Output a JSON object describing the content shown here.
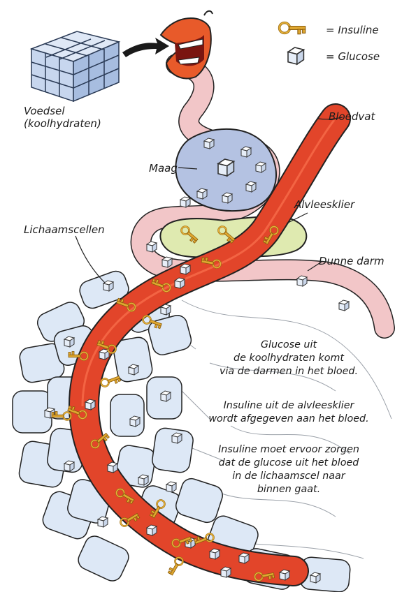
{
  "legend": {
    "insuline_label": "= Insuline",
    "glucose_label": "= Glucose"
  },
  "labels": {
    "voedsel_line1": "Voedsel",
    "voedsel_line2": "(koolhydraten)",
    "bloedvat": "Bloedvat",
    "maag": "Maag",
    "alvleesklier": "Alvleesklier",
    "lichaamscellen": "Lichaamscellen",
    "dunne_darm": "Dunne darm"
  },
  "explanation": {
    "p1": [
      "Glucose uit",
      "de koolhydraten komt",
      "via de darmen in het bloed."
    ],
    "p2": [
      "Insuline uit de alvleesklier",
      "wordt afgegeven aan het bloed."
    ],
    "p3": [
      "Insuline moet ervoor zorgen",
      "dat de glucose uit het bloed",
      "in de lichaamscel naar",
      "binnen gaat."
    ]
  },
  "colors": {
    "blood": "#e2452a",
    "stomach": "#b4c2e2",
    "esophagus": "#f2c6c8",
    "pancreas": "#dfeab0",
    "cell": "#dde8f6",
    "key": "#d8a02a",
    "glucose": "#ffffff"
  },
  "icons": {
    "insuline": "key-icon",
    "glucose": "sugar-cube-icon",
    "food": "food-cube-icon",
    "mouth": "mouth-icon",
    "arrow": "arrow-icon"
  }
}
